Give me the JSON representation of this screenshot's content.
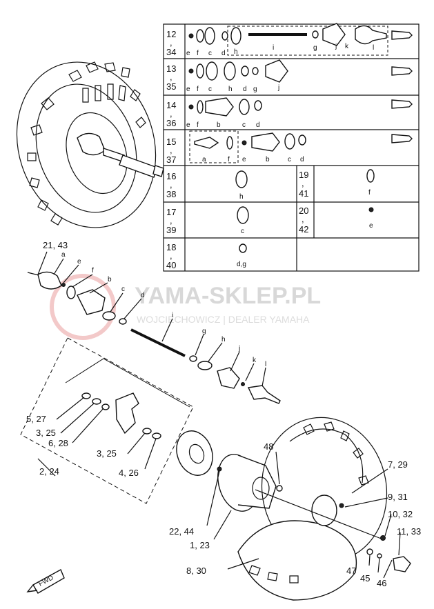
{
  "watermark": {
    "title": "YAMA-SKLEP.PL",
    "subtitle": "WOJCIECHOWICZ | DEALER YAMAHA"
  },
  "fwd_label": "FWD",
  "table": {
    "rows": [
      {
        "num": "12",
        "num2": "34",
        "parts": [
          "e",
          "f",
          "c",
          "d",
          "h",
          "i",
          "g",
          "k",
          "j",
          "l"
        ]
      },
      {
        "num": "13",
        "num2": "35",
        "parts": [
          "e",
          "f",
          "c",
          "h",
          "d",
          "g",
          "j"
        ]
      },
      {
        "num": "14",
        "num2": "36",
        "parts": [
          "e",
          "f",
          "b",
          "c",
          "d"
        ]
      },
      {
        "num": "15",
        "num2": "37",
        "parts": [
          "a",
          "f",
          "e",
          "b",
          "c",
          "d"
        ]
      },
      {
        "num": "16",
        "num2": "38",
        "parts": [
          "h"
        ],
        "right_num": "19",
        "right_num2": "41",
        "right_parts": [
          "f"
        ]
      },
      {
        "num": "17",
        "num2": "39",
        "parts": [
          "c"
        ],
        "right_num": "20",
        "right_num2": "42",
        "right_parts": [
          "e"
        ]
      },
      {
        "num": "18",
        "num2": "40",
        "parts": [
          "d,g"
        ]
      }
    ]
  },
  "callouts": {
    "c21_43": "21, 43",
    "a": "a",
    "e": "e",
    "f": "f",
    "b": "b",
    "c": "c",
    "d": "d",
    "i": "i",
    "g": "g",
    "h": "h",
    "j": "j",
    "k": "k",
    "l": "l",
    "c5_27": "5, 27",
    "c3_25a": "3, 25",
    "c6_28": "6, 28",
    "c3_25b": "3, 25",
    "c4_26": "4, 26",
    "c2_24": "2, 24",
    "c48": "48",
    "c7_29": "7, 29",
    "c9_31": "9, 31",
    "c10_32": "10, 32",
    "c11_33": "11, 33",
    "c22_44": "22, 44",
    "c1_23": "1, 23",
    "c8_30": "8, 30",
    "c47": "47",
    "c45": "45",
    "c46": "46"
  }
}
